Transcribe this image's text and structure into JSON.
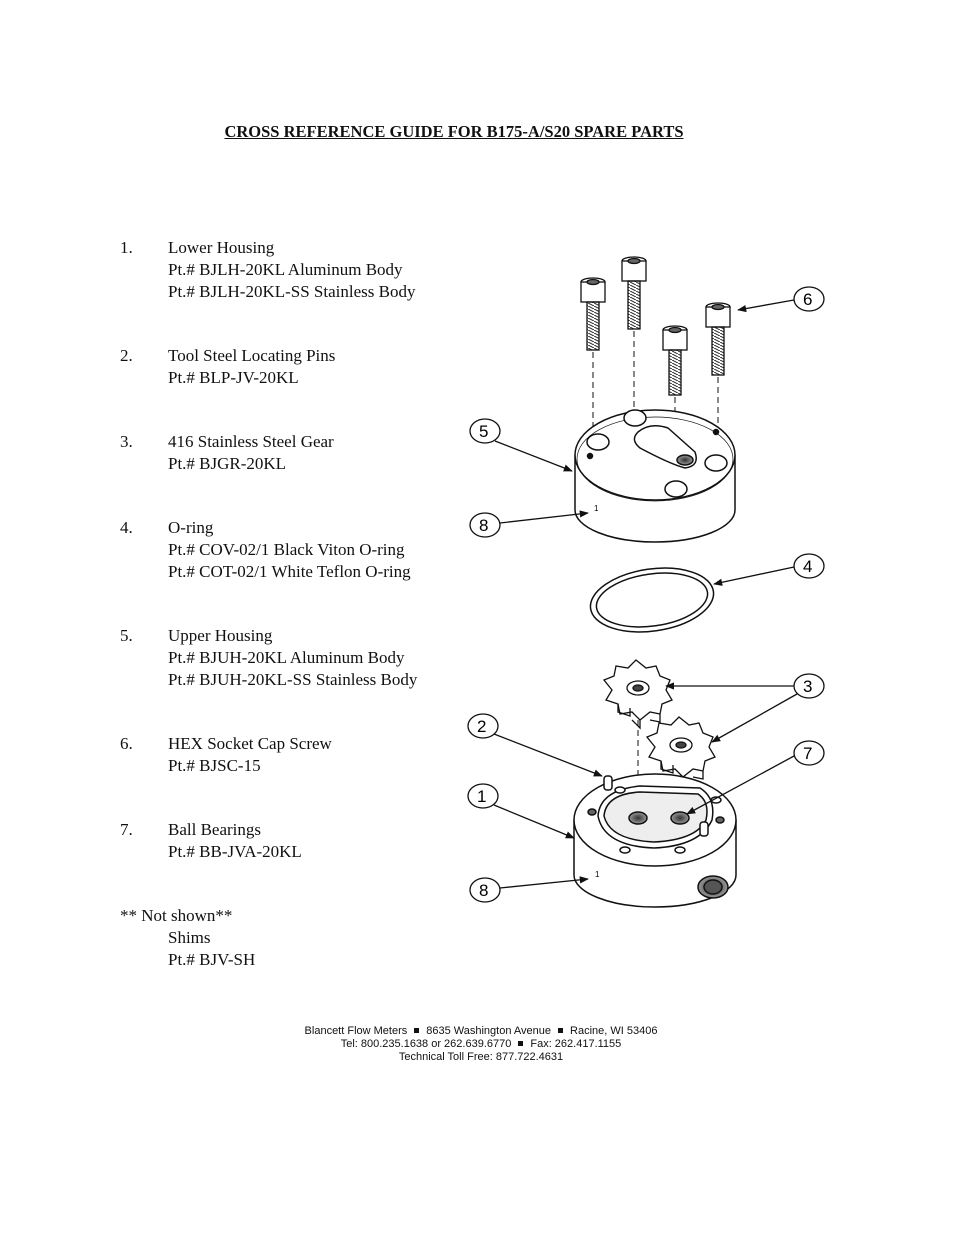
{
  "title": "CROSS REFERENCE GUIDE FOR B175-A/S20 SPARE PARTS",
  "parts": [
    {
      "num": "1.",
      "name": "Lower Housing",
      "lines": [
        "Pt.# BJLH-20KL Aluminum Body",
        "Pt.# BJLH-20KL-SS Stainless Body"
      ]
    },
    {
      "num": "2.",
      "name": "Tool Steel Locating Pins",
      "lines": [
        "Pt.# BLP-JV-20KL"
      ]
    },
    {
      "num": "3.",
      "name": "416 Stainless Steel Gear",
      "lines": [
        "Pt.# BJGR-20KL"
      ]
    },
    {
      "num": "4.",
      "name": "O-ring",
      "lines": [
        "Pt.#  COV-02/1  Black Viton O-ring",
        "Pt.#  COT-02/1  White Teflon O-ring"
      ]
    },
    {
      "num": "5.",
      "name": "Upper Housing",
      "lines": [
        "Pt.# BJUH-20KL Aluminum Body",
        "Pt.# BJUH-20KL-SS Stainless Body"
      ]
    },
    {
      "num": "6.",
      "name": "HEX Socket Cap Screw",
      "lines": [
        "Pt.# BJSC-15"
      ]
    },
    {
      "num": "7.",
      "name": "Ball Bearings",
      "lines": [
        "Pt.# BB-JVA-20KL"
      ]
    }
  ],
  "not_shown": {
    "heading": "** Not shown**",
    "name": "Shims",
    "part": "Pt.# BJV-SH"
  },
  "diagram": {
    "callouts": [
      "6",
      "5",
      "8",
      "4",
      "3",
      "2",
      "7",
      "1",
      "8"
    ],
    "housing_mark_upper": "1",
    "housing_mark_lower": "1"
  },
  "footer": {
    "company": "Blancett Flow Meters",
    "address": "8635 Washington Avenue",
    "city": "Racine, WI  53406",
    "tel": "Tel:  800.235.1638 or 262.639.6770",
    "fax": "Fax:  262.417.1155",
    "tech": "Technical Toll Free:  877.722.4631"
  }
}
